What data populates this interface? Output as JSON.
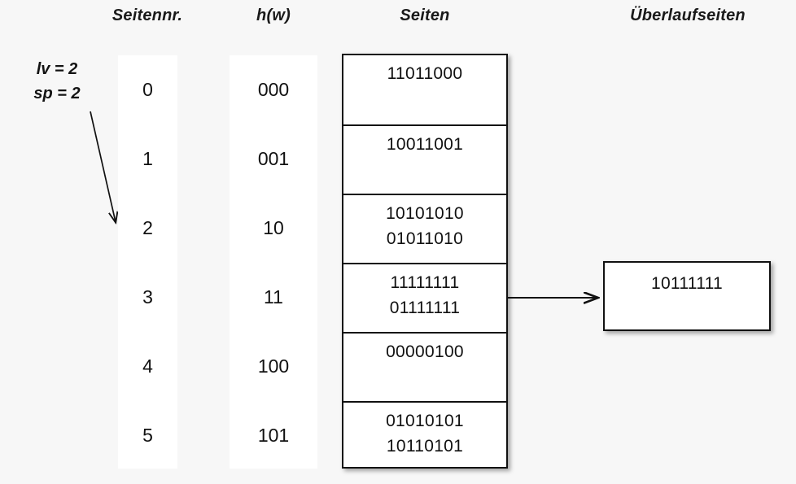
{
  "headers": {
    "seitennr": "Seitennr.",
    "hw": "h(w)",
    "seiten": "Seiten",
    "overflow": "Überlaufseiten"
  },
  "params": {
    "lv": "lv = 2",
    "sp": "sp = 2"
  },
  "colors": {
    "background": "#f7f7f7",
    "column_fill": "#ffffff",
    "stroke": "#111111",
    "text": "#111111"
  },
  "rows": [
    {
      "seitennr": "0",
      "hw": "000",
      "records": [
        "11011000"
      ]
    },
    {
      "seitennr": "1",
      "hw": "001",
      "records": [
        "10011001"
      ]
    },
    {
      "seitennr": "2",
      "hw": "10",
      "records": [
        "10101010",
        "01011010"
      ]
    },
    {
      "seitennr": "3",
      "hw": "11",
      "records": [
        "11111111",
        "01111111"
      ]
    },
    {
      "seitennr": "4",
      "hw": "100",
      "records": [
        "00000100"
      ]
    },
    {
      "seitennr": "5",
      "hw": "101",
      "records": [
        "01010101",
        "10110101"
      ]
    }
  ],
  "overflow_pages": [
    {
      "records": [
        "10111111"
      ],
      "from_row": "3"
    }
  ]
}
